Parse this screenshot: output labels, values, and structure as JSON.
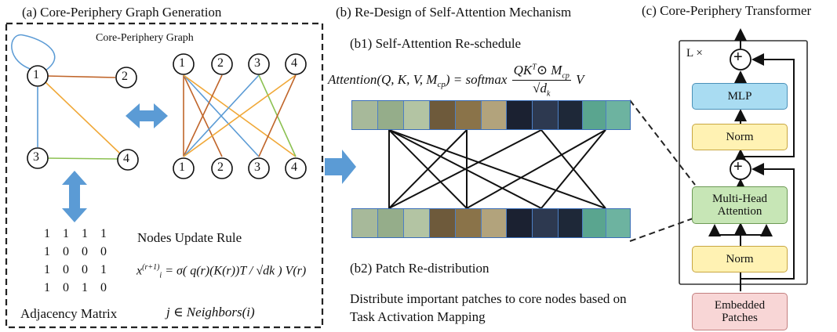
{
  "panel_a": {
    "title": "(a) Core-Periphery Graph Generation",
    "graph_label": "Core-Periphery Graph",
    "nodes": [
      "1",
      "2",
      "3",
      "4"
    ],
    "matrix": [
      [
        "1",
        "1",
        "1",
        "1"
      ],
      [
        "1",
        "0",
        "0",
        "0"
      ],
      [
        "1",
        "0",
        "0",
        "1"
      ],
      [
        "1",
        "0",
        "1",
        "0"
      ]
    ],
    "matrix_label": "Adjacency Matrix",
    "update_rule_label": "Nodes Update Rule",
    "formula_lhs": "x",
    "formula_text": "σ( q(r)(K(r))T / √dk ) V(r)",
    "neighbors_text": "j ∈ Neighbors(i)"
  },
  "panel_b": {
    "title": "(b) Re-Design of Self-Attention Mechanism",
    "b1_label": "(b1) Self-Attention Re-schedule",
    "b2_label": "(b2) Patch Re-distribution",
    "attention_lhs": "Attention(Q, K, V, M",
    "attention_lhs_sub": "cp",
    "attention_rhs": ") = softmax",
    "attention_num": "QK",
    "attention_num_tail": "⊙ M",
    "attention_den": "√d",
    "attention_den_sub": "k",
    "attention_v": "V",
    "desc_line1": "Distribute important patches to core nodes based on",
    "desc_line2": "Task Activation Mapping"
  },
  "panel_c": {
    "title": "(c) Core-Periphery Transformer",
    "repeat_label": "L ×",
    "mlp": "MLP",
    "norm_top": "Norm",
    "mha_line1": "Multi-Head",
    "mha_line2": "Attention",
    "norm_bottom": "Norm",
    "emb_line1": "Embedded",
    "emb_line2": "Patches",
    "plus": "+"
  },
  "colors": {
    "orange": "#f0a838",
    "brown": "#c0652a",
    "blue": "#5b9bd5",
    "green": "#8cc152",
    "arrow_blue": "#5b9bd5"
  }
}
